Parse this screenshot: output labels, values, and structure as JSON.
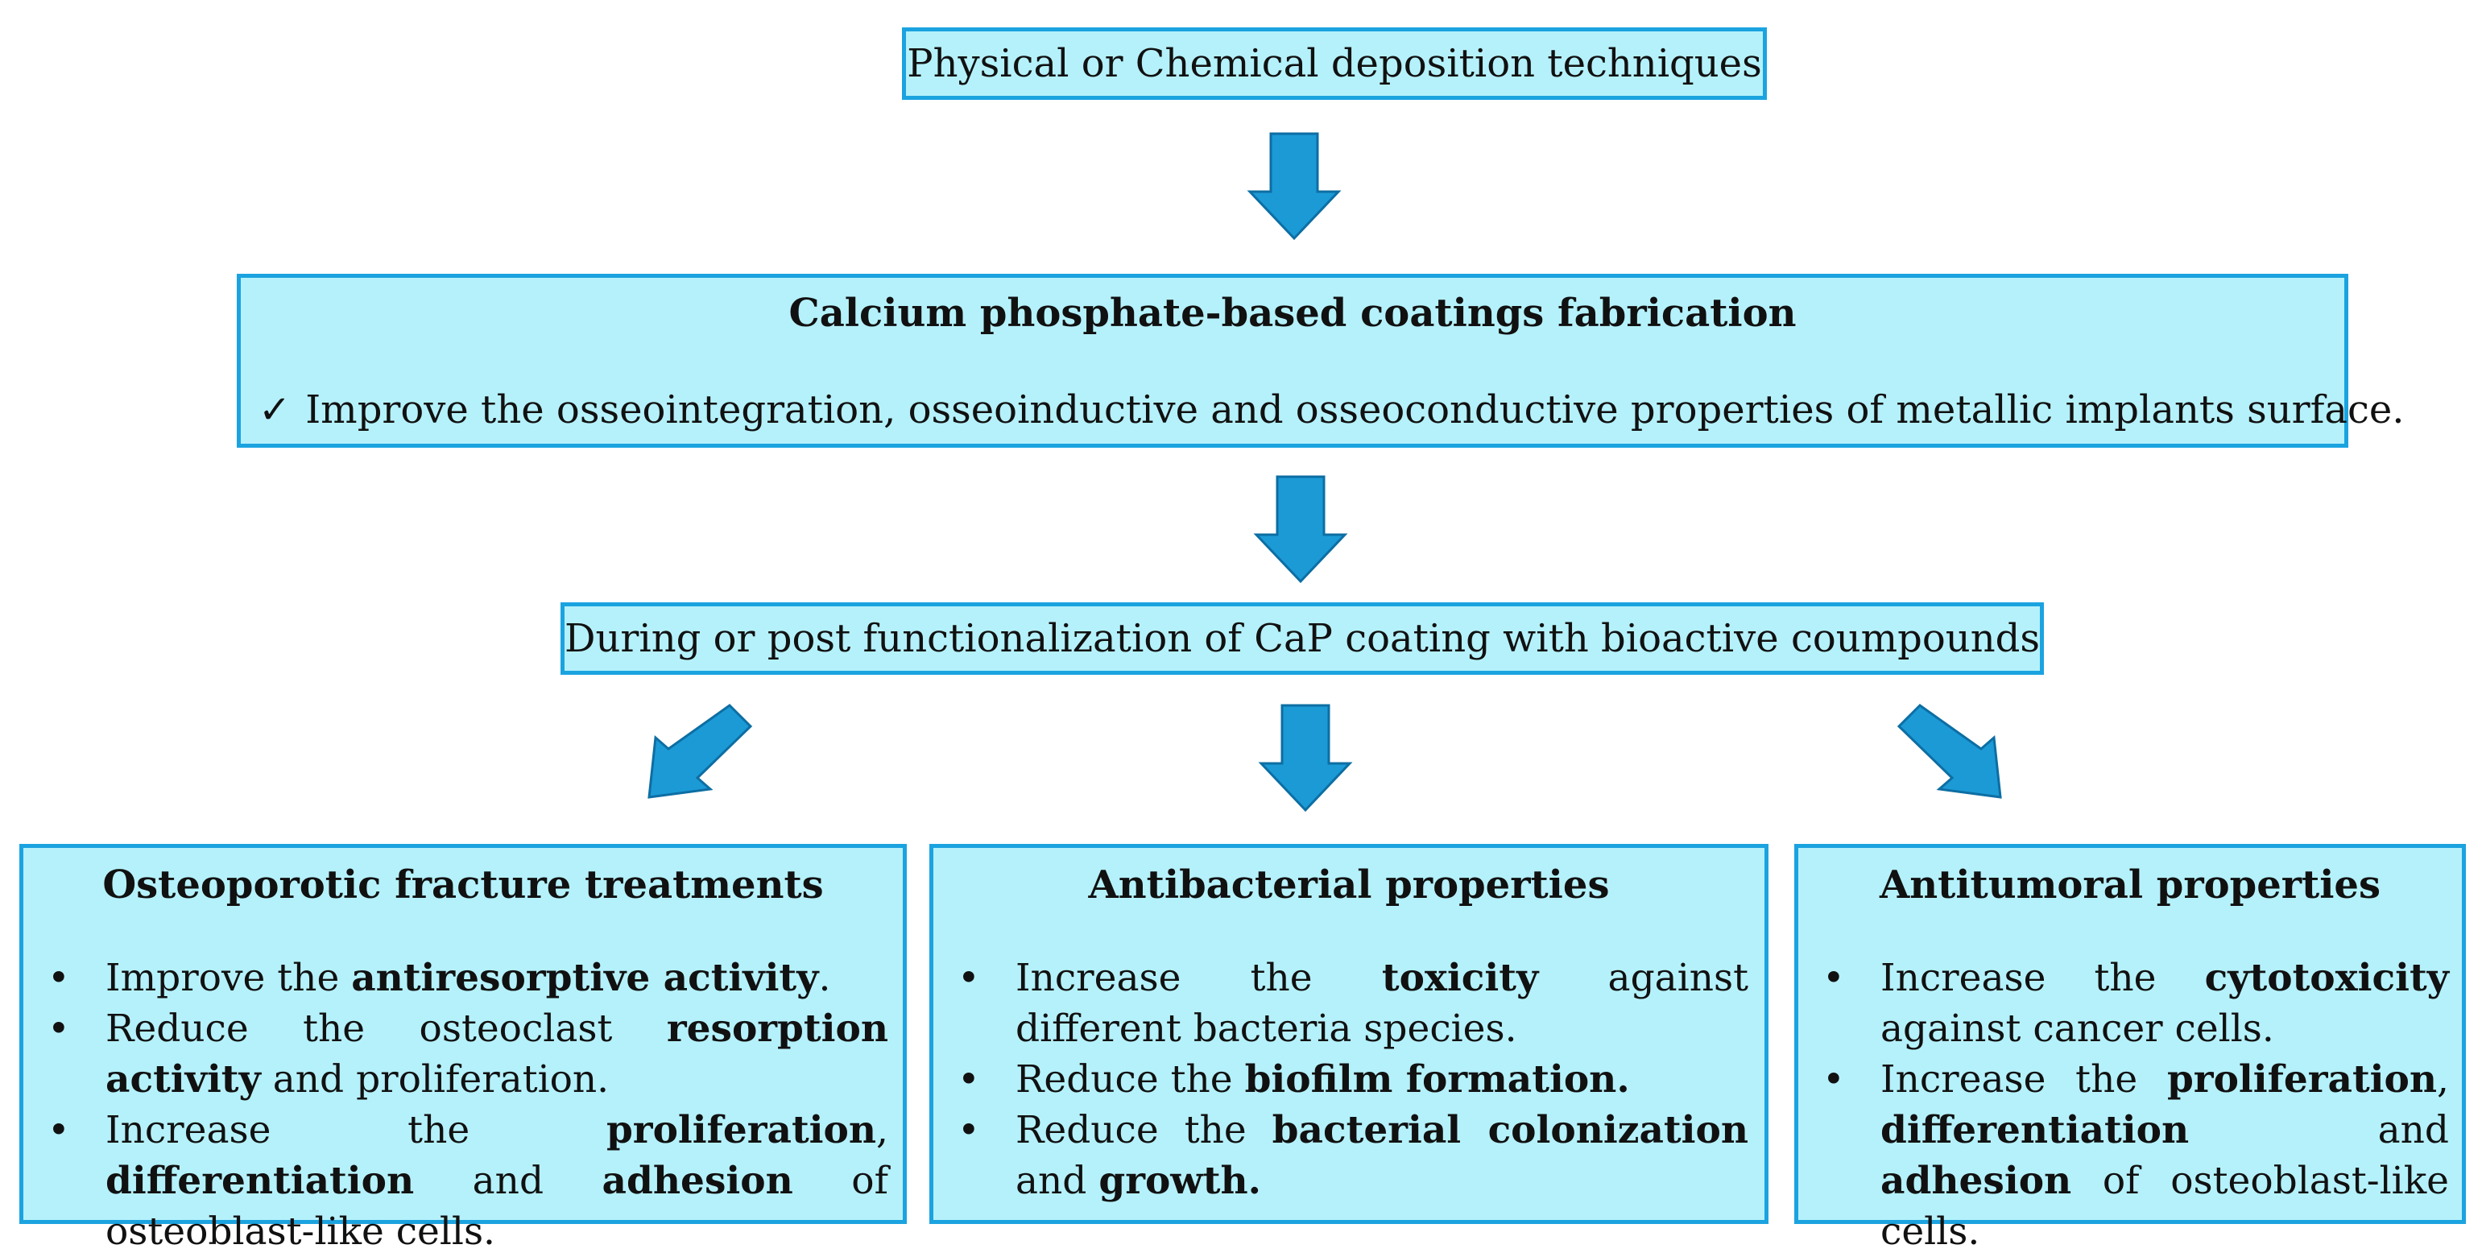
{
  "step1": {
    "label": "Physical or Chemical deposition techniques"
  },
  "step2": {
    "title": "Calcium phosphate-based coatings fabrication",
    "check_mark": "✓",
    "point": "Improve the osseointegration, osseoinductive and osseoconductive properties of metallic implants surface."
  },
  "step3": {
    "label": "During or post functionalization of CaP coating with bioactive coumpounds"
  },
  "bullet_glyph": "•",
  "branches": [
    {
      "title": "Osteoporotic fracture treatments",
      "items": [
        {
          "segments": [
            {
              "text": "Improve the ",
              "bold": false
            },
            {
              "text": "antiresorptive activity",
              "bold": true
            },
            {
              "text": ".",
              "bold": false
            }
          ]
        },
        {
          "segments": [
            {
              "text": "Reduce the osteoclast ",
              "bold": false
            },
            {
              "text": "resorption activity",
              "bold": true
            },
            {
              "text": " and proliferation.",
              "bold": false
            }
          ]
        },
        {
          "segments": [
            {
              "text": "Increase the ",
              "bold": false
            },
            {
              "text": "proliferation",
              "bold": true
            },
            {
              "text": ", ",
              "bold": false
            },
            {
              "text": "differentiation",
              "bold": true
            },
            {
              "text": " and ",
              "bold": false
            },
            {
              "text": "adhesion",
              "bold": true
            },
            {
              "text": " of osteoblast-like cells.",
              "bold": false
            }
          ]
        }
      ]
    },
    {
      "title": "Antibacterial properties",
      "items": [
        {
          "segments": [
            {
              "text": "Increase the ",
              "bold": false
            },
            {
              "text": "toxicity",
              "bold": true
            },
            {
              "text": " against different bacteria species.",
              "bold": false
            }
          ]
        },
        {
          "segments": [
            {
              "text": "Reduce the ",
              "bold": false
            },
            {
              "text": "biofilm formation.",
              "bold": true
            }
          ]
        },
        {
          "segments": [
            {
              "text": "Reduce the ",
              "bold": false
            },
            {
              "text": "bacterial colonization",
              "bold": true
            },
            {
              "text": " and ",
              "bold": false
            },
            {
              "text": "growth.",
              "bold": true
            }
          ]
        }
      ]
    },
    {
      "title": "Antitumoral properties",
      "items": [
        {
          "segments": [
            {
              "text": "Increase the ",
              "bold": false
            },
            {
              "text": "cytotoxicity",
              "bold": true
            },
            {
              "text": " against cancer cells.",
              "bold": false
            }
          ]
        },
        {
          "segments": [
            {
              "text": "Increase the ",
              "bold": false
            },
            {
              "text": "proliferation",
              "bold": true
            },
            {
              "text": ", ",
              "bold": false
            },
            {
              "text": "differentiation",
              "bold": true
            },
            {
              "text": " and ",
              "bold": false
            },
            {
              "text": "adhesion",
              "bold": true
            },
            {
              "text": " of osteoblast-like cells.",
              "bold": false
            }
          ]
        }
      ]
    }
  ],
  "colors": {
    "box_fill": "#b5f1fb",
    "box_border": "#1ba3e0",
    "arrow_fill": "#1b9ad6",
    "arrow_stroke": "#0d6ea3"
  }
}
